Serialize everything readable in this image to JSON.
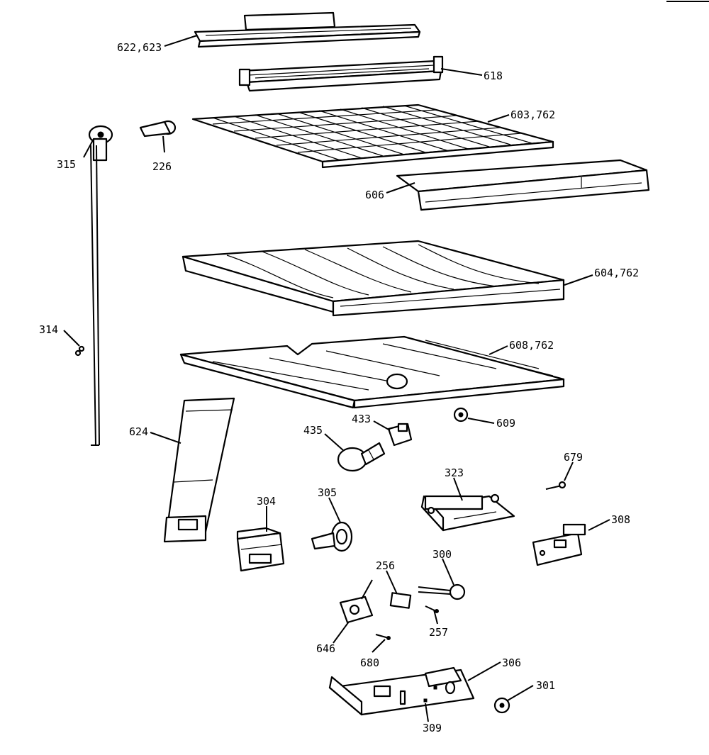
{
  "labels": {
    "l622_623": "622,623",
    "l618": "618",
    "l603_762": "603,762",
    "l315": "315",
    "l226": "226",
    "l606": "606",
    "l604_762": "604,762",
    "l314": "314",
    "l608_762": "608,762",
    "l433": "433",
    "l435": "435",
    "l609": "609",
    "l624": "624",
    "l679": "679",
    "l323": "323",
    "l304": "304",
    "l305": "305",
    "l308": "308",
    "l300": "300",
    "l256": "256",
    "l257": "257",
    "l646": "646",
    "l680": "680",
    "l306": "306",
    "l301": "301",
    "l309": "309"
  }
}
